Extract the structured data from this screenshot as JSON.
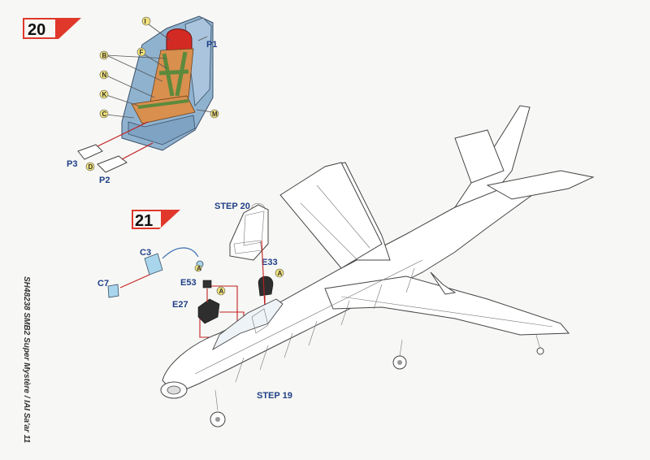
{
  "steps": [
    {
      "number": "20",
      "color": "#e0382b"
    },
    {
      "number": "21",
      "color": "#e0382b"
    }
  ],
  "parts": {
    "p1": "P1",
    "p2": "P2",
    "p3": "P3",
    "c3": "C3",
    "c7": "C7",
    "e53": "E53",
    "e27": "E27",
    "e33": "E33"
  },
  "badges": {
    "i": "I",
    "b": "B",
    "f": "F",
    "n": "N",
    "k": "K",
    "c": "C",
    "m": "M",
    "d": "D",
    "a1": "A",
    "a2": "A",
    "a3": "A"
  },
  "callouts": {
    "step20": "STEP 20",
    "step19": "STEP 19"
  },
  "side_text": "SH48238 SMB2 Super Mystère / IAI Sa'ar 11",
  "colors": {
    "label_blue": "#1f3f86",
    "headrest_red": "#d42a24",
    "cushion_orange": "#d98f4e",
    "harness_green": "#5c8a3c",
    "seat_blue": "#8fb2cf",
    "arrow_red": "#c21f1f",
    "badge_yellow": "#f1e27a"
  }
}
